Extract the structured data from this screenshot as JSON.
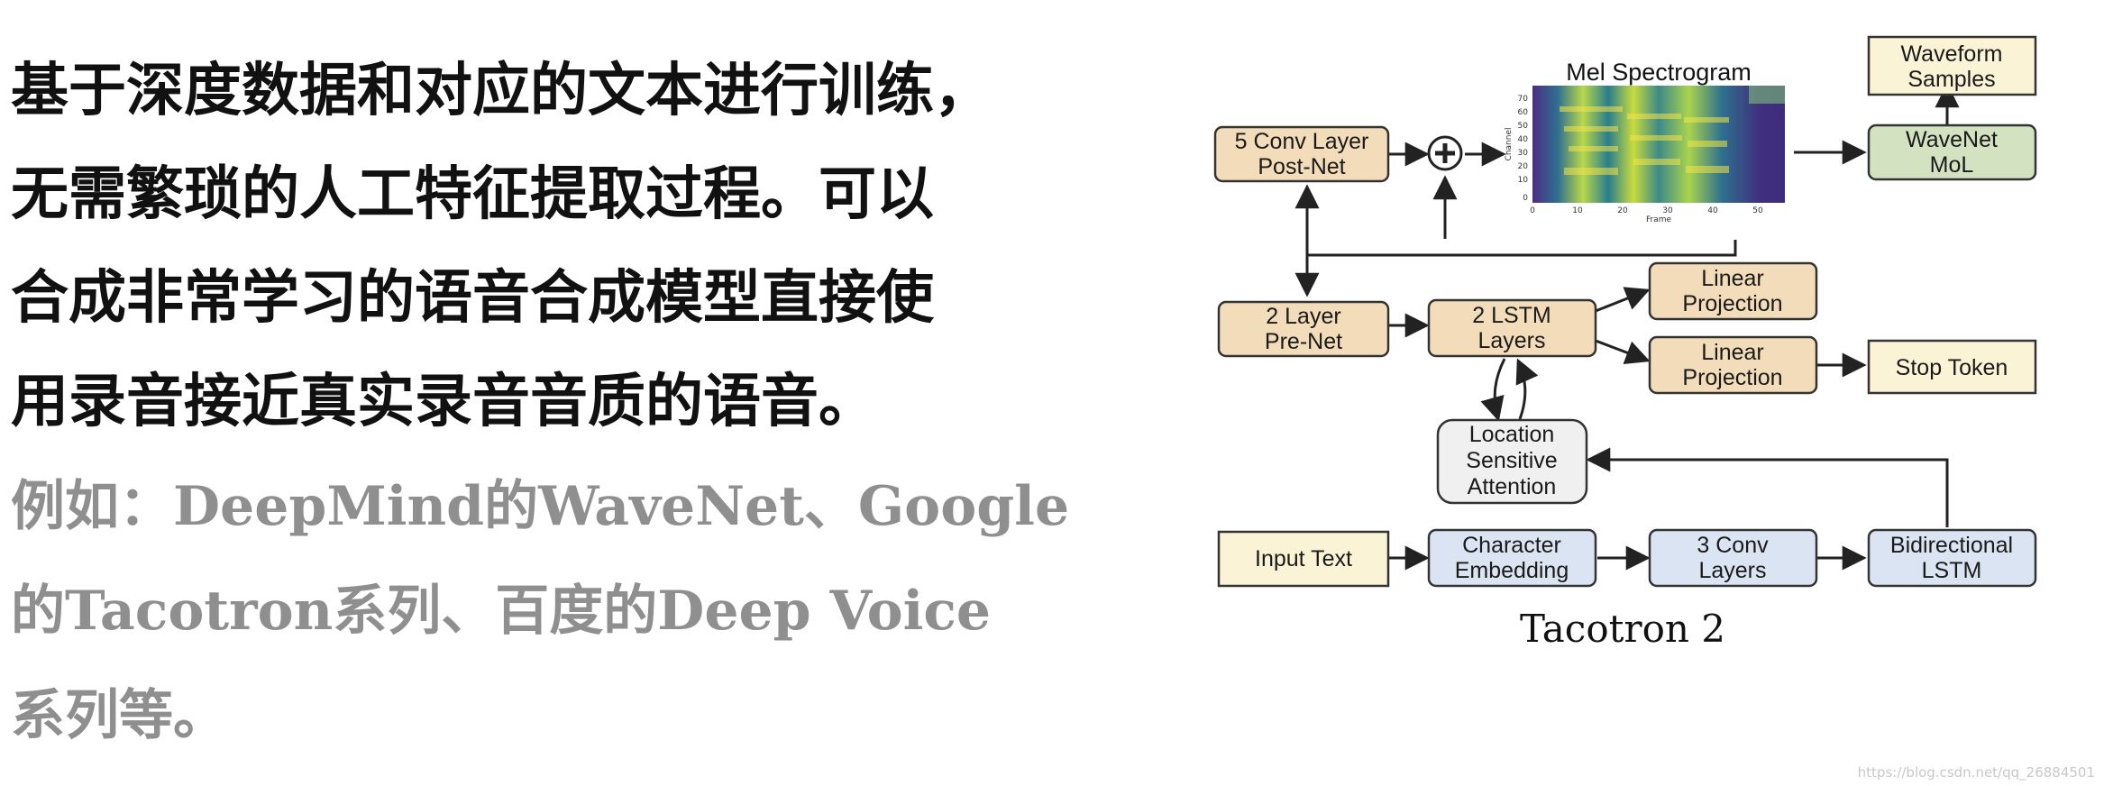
{
  "text": {
    "main_lines": [
      "基于深度数据和对应的文本进行训练，",
      "无需繁琐的人工特征提取过程。可以",
      "合成非常学习的语音合成模型直接使",
      "用录音接近真实录音音质的语音。"
    ],
    "example_lines": [
      "例如：DeepMind的WaveNet、Google",
      "的Tacotron系列、百度的Deep Voice",
      "系列等。"
    ]
  },
  "diagram": {
    "caption": "Tacotron 2",
    "spectrogram_title": "Mel Spectrogram",
    "spectrogram_ylabel": "Channel",
    "spectrogram_xlabel": "Frame",
    "spectrogram_yticks": [
      "70",
      "60",
      "50",
      "40",
      "30",
      "20",
      "10",
      "0"
    ],
    "spectrogram_xticks": [
      "0",
      "10",
      "20",
      "30",
      "40",
      "50"
    ],
    "blocks": {
      "postnet": [
        "5 Conv Layer",
        "Post-Net"
      ],
      "waveform": [
        "Waveform",
        "Samples"
      ],
      "wavenet": [
        "WaveNet",
        "MoL"
      ],
      "prenet": [
        "2 Layer",
        "Pre-Net"
      ],
      "lstm": [
        "2 LSTM",
        "Layers"
      ],
      "linear1": [
        "Linear",
        "Projection"
      ],
      "linear2": [
        "Linear",
        "Projection"
      ],
      "stop": [
        "Stop Token"
      ],
      "attention": [
        "Location",
        "Sensitive",
        "Attention"
      ],
      "input": [
        "Input Text"
      ],
      "embedding": [
        "Character",
        "Embedding"
      ],
      "conv3": [
        "3 Conv",
        "Layers"
      ],
      "bilstm": [
        "Bidirectional",
        "LSTM"
      ]
    },
    "colors": {
      "orange_fill": "#f3dcb9",
      "green_fill": "#d3e3c2",
      "blue_fill": "#dbe4f2",
      "yellow_fill": "#fbf3d5",
      "gray_fill": "#f0f0f0",
      "stroke": "#333333"
    }
  },
  "watermark": "https://blog.csdn.net/qq_26884501"
}
